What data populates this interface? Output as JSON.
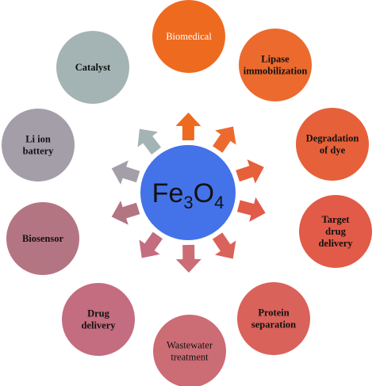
{
  "center": {
    "text_main1": "Fe",
    "sub1": "3",
    "text_main2": "O",
    "sub2": "4",
    "color": "#4472E8"
  },
  "nodes": [
    {
      "id": "biomedical",
      "lines": [
        "Biomedical"
      ],
      "color": "#EE6A1E",
      "text_color": "#ffffff",
      "bold": false
    },
    {
      "id": "lipase-immobilization",
      "lines": [
        "Lipase",
        "immobilization"
      ],
      "color": "#EC6A2E",
      "text_color": "#111111",
      "bold": true
    },
    {
      "id": "degradation-of-dye",
      "lines": [
        "Degradation",
        "of dye"
      ],
      "color": "#E6603A",
      "text_color": "#111111",
      "bold": true
    },
    {
      "id": "target-drug-delivery",
      "lines": [
        "Target",
        "drug",
        "delivery"
      ],
      "color": "#E25A48",
      "text_color": "#111111",
      "bold": true
    },
    {
      "id": "protein-separation",
      "lines": [
        "Protein",
        "separation"
      ],
      "color": "#D9625A",
      "text_color": "#111111",
      "bold": true
    },
    {
      "id": "wastewater-treatment",
      "lines": [
        "Wastewater",
        "treatment"
      ],
      "color": "#CC6C74",
      "text_color": "#111111",
      "bold": false
    },
    {
      "id": "drug-delivery",
      "lines": [
        "Drug",
        "delivery"
      ],
      "color": "#C46C80",
      "text_color": "#111111",
      "bold": true
    },
    {
      "id": "biosensor",
      "lines": [
        "Biosensor"
      ],
      "color": "#B47582",
      "text_color": "#111111",
      "bold": true
    },
    {
      "id": "li-ion-battery",
      "lines": [
        "Li ion",
        "battery"
      ],
      "color": "#A49EA9",
      "text_color": "#111111",
      "bold": true
    },
    {
      "id": "catalyst",
      "lines": [
        "Catalyst"
      ],
      "color": "#A4B3B3",
      "text_color": "#111111",
      "bold": true
    }
  ],
  "arrows": [
    {
      "id": "biomedical",
      "color": "#EE6A1E"
    },
    {
      "id": "lipase-immobilization",
      "color": "#EC6A2E"
    },
    {
      "id": "degradation-of-dye",
      "color": "#E6603A"
    },
    {
      "id": "target-drug-delivery",
      "color": "#E25A48"
    },
    {
      "id": "protein-separation",
      "color": "#D9625A"
    },
    {
      "id": "wastewater-treatment",
      "color": "#CC6C74"
    },
    {
      "id": "drug-delivery",
      "color": "#C46C80"
    },
    {
      "id": "biosensor",
      "color": "#B47582"
    },
    {
      "id": "li-ion-battery",
      "color": "#A49EA9"
    },
    {
      "id": "catalyst",
      "color": "#A4B3B3"
    }
  ]
}
